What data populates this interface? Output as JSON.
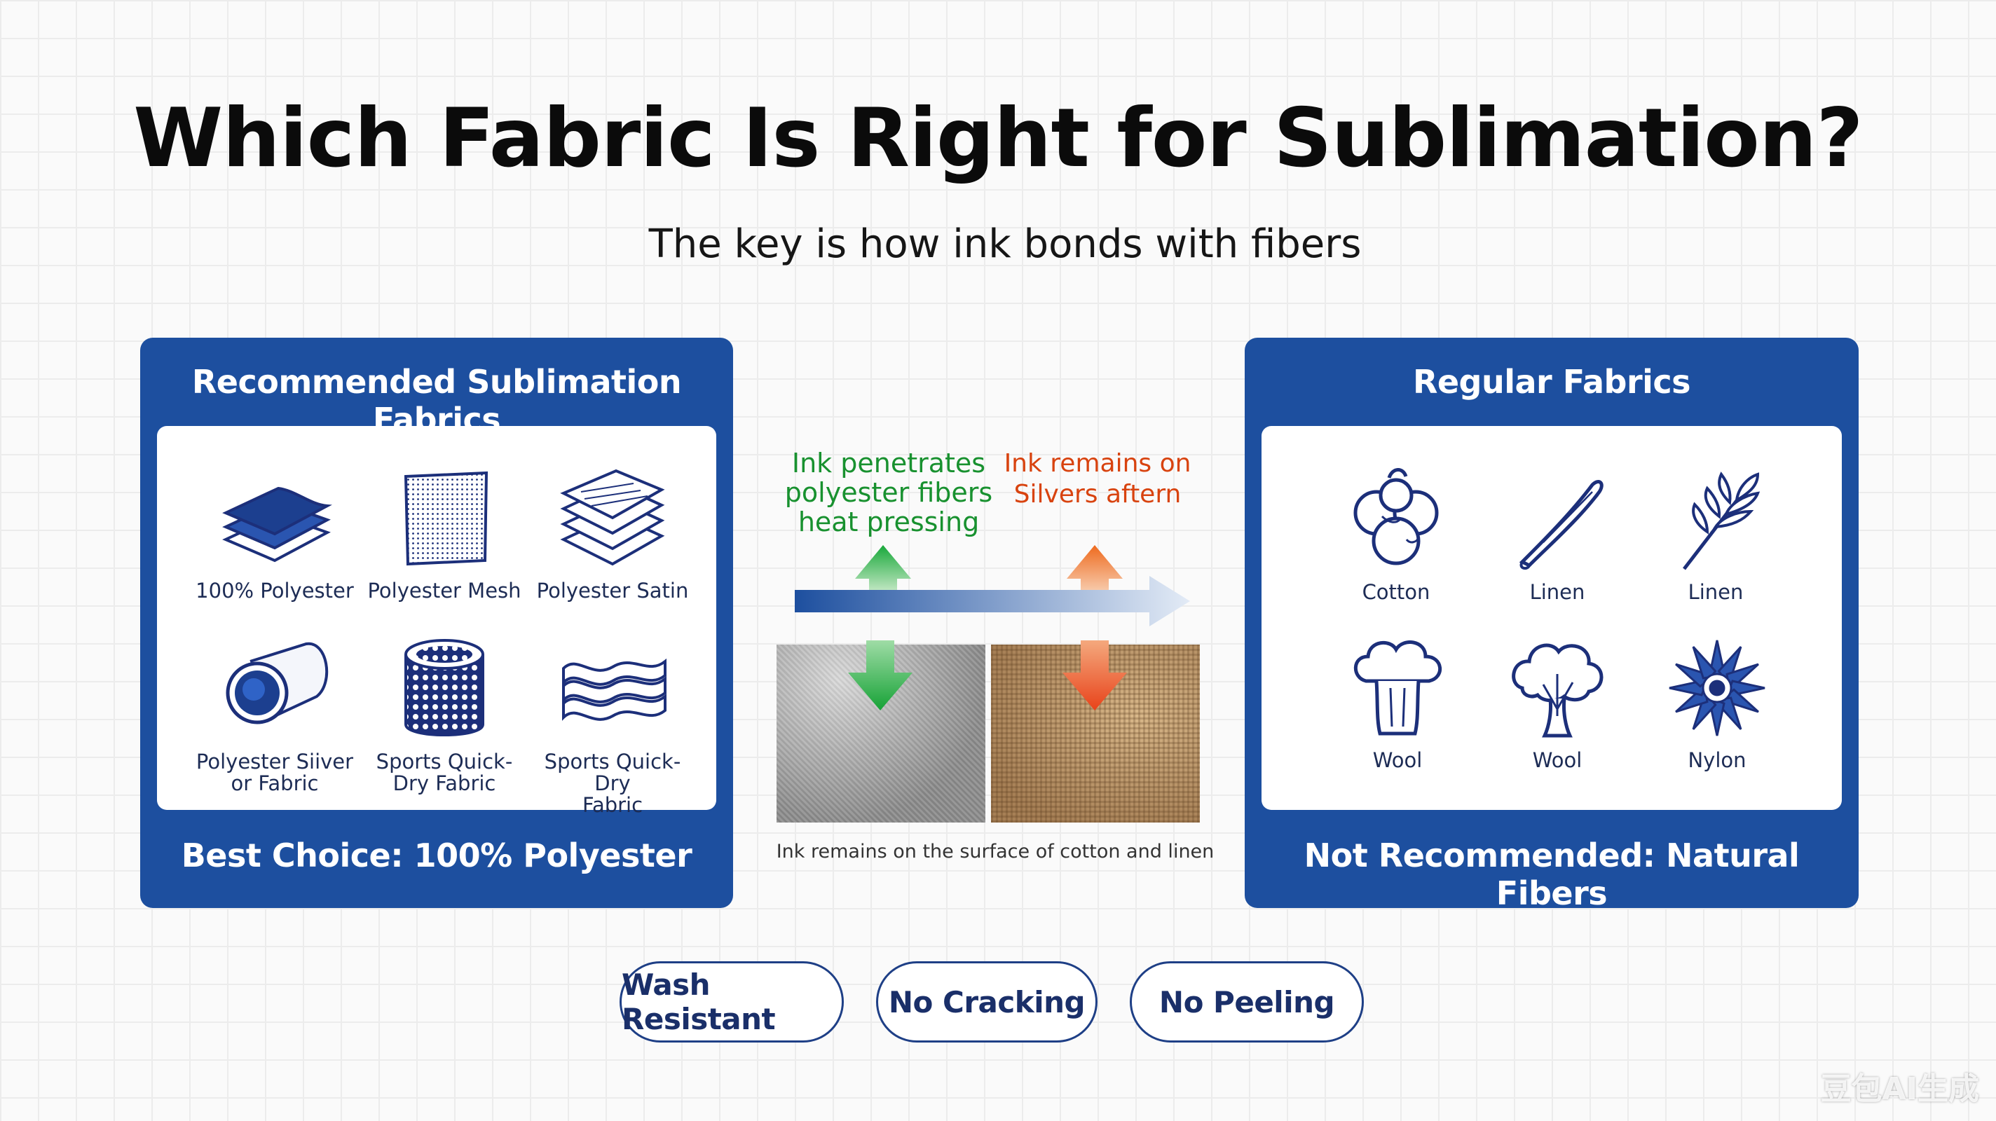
{
  "title": "Which Fabric Is Right for Sublimation?",
  "subtitle": "The key is how ink bonds with fibers",
  "left_panel": {
    "heading": "Recommended Sublimation Fabrics",
    "items": [
      {
        "label": "100% Polyester",
        "icon": "layered-sheets-icon"
      },
      {
        "label": "Polyester Mesh",
        "icon": "mesh-sheet-icon"
      },
      {
        "label": "Polyester Satin",
        "icon": "stacked-satin-icon"
      },
      {
        "label": "Polyester Siiver\nor Fabric",
        "icon": "fabric-roll-icon"
      },
      {
        "label": "Sports Quick-\nDry Fabric",
        "icon": "perforated-cylinder-icon"
      },
      {
        "label": "Sports Quick-Dry\nFabric",
        "icon": "folded-fabric-icon"
      }
    ],
    "footer": "Best Choice: 100% Polyester"
  },
  "middle": {
    "green_text": "Ink penetrates\npolyester fibers\nheat pressing",
    "orange_text": "Ink remains on\nSilvers aftern",
    "caption": "Ink remains on the surface of cotton and linen"
  },
  "right_panel": {
    "heading": "Regular Fabrics",
    "items": [
      {
        "label": "Cotton",
        "icon": "cotton-boll-icon"
      },
      {
        "label": "Linen",
        "icon": "flax-bundle-icon"
      },
      {
        "label": "Linen",
        "icon": "wheat-stalk-icon"
      },
      {
        "label": "Wool",
        "icon": "wool-cloud-icon"
      },
      {
        "label": "Wool",
        "icon": "wool-tree-icon"
      },
      {
        "label": "Nylon",
        "icon": "flower-icon"
      }
    ],
    "footer": "Not Recommended: Natural Fibers"
  },
  "badges": [
    "Wash Resistant",
    "No Cracking",
    "No Peeling"
  ],
  "watermark": "豆包AI生成",
  "colors": {
    "panel_blue": "#1d4f9f",
    "icon_navy": "#1c2f7a",
    "green": "#18912f",
    "orange": "#d8430f"
  }
}
